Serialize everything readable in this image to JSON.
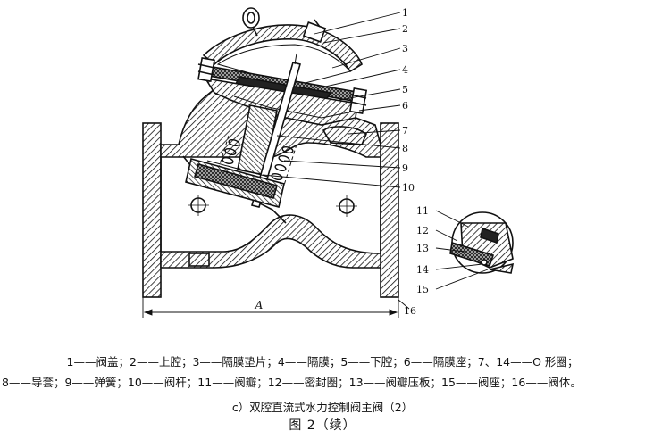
{
  "callouts": [
    "1",
    "2",
    "3",
    "4",
    "5",
    "6",
    "7",
    "8",
    "9",
    "10",
    "11",
    "12",
    "13",
    "14",
    "15",
    "16"
  ],
  "dimension_label": "A",
  "legend_line_1": "1——阀盖；2——上腔；3——隔膜垫片；4——隔膜；5——下腔；6——隔膜座；7、14——O 形圈；",
  "legend_line_2": "8——导套；9——弹簧；10——阀杆；11——阀瓣；12——密封圈；13——阀瓣压板；15——阀座；16——阀体。",
  "caption": "c）双腔直流式水力控制阀主阀（2）",
  "figure_title": "图  2（续）"
}
